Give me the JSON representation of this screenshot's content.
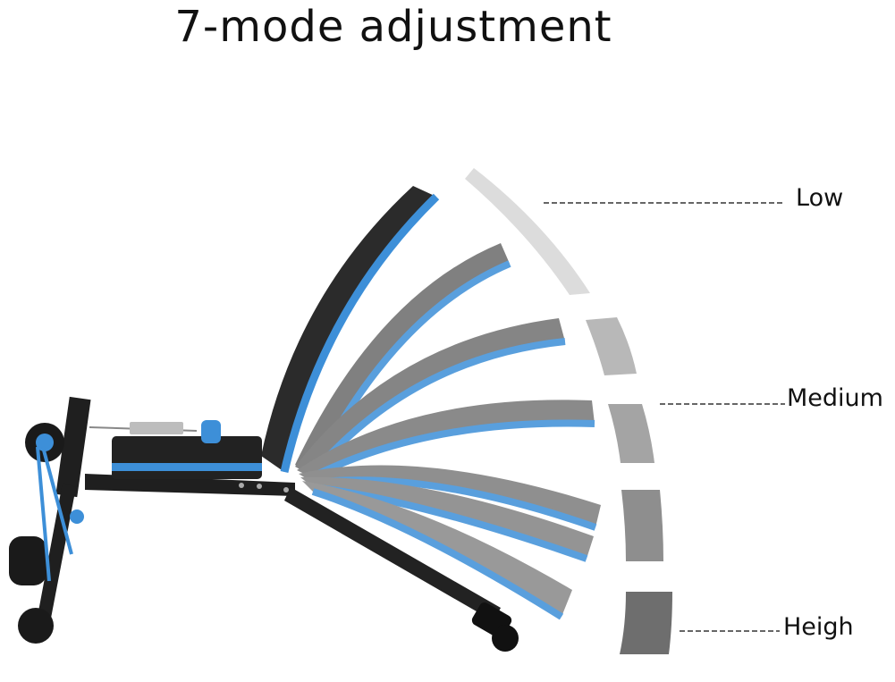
{
  "title": "7-mode adjustment",
  "labels": {
    "low": "Low",
    "medium": "Medium",
    "high": "Heigh"
  },
  "colors": {
    "accent_blue": "#3d8fd8",
    "frame": "#1f1f1f",
    "pad_gray": "#777777"
  }
}
